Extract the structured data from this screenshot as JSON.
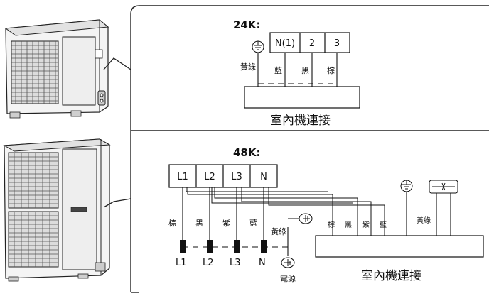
{
  "top_diagram": {
    "heading": "24K:",
    "terminals": [
      "N(1)",
      "2",
      "3"
    ],
    "wire_labels": [
      "黃綠",
      "藍",
      "黑",
      "棕"
    ],
    "indoor_box_label": "室內機連接"
  },
  "bottom_diagram": {
    "heading": "48K:",
    "terminals": [
      "L1",
      "L2",
      "L3",
      "N"
    ],
    "wire_labels": [
      "棕",
      "黑",
      "紫",
      "藍"
    ],
    "ground_label": "黃綠",
    "supply_labels": [
      "L1",
      "L2",
      "L3",
      "N"
    ],
    "power_label": "電源",
    "indoor_terminal_labels": [
      "棕",
      "黑",
      "紫",
      "藍"
    ],
    "indoor_ground_label": "黃綠",
    "indoor_box_label": "室內機連接"
  },
  "colors": {
    "line": "#111111",
    "panel_stroke": "#222222",
    "unit_body": "#f2f2f2",
    "grille": "#555555"
  },
  "icons": [
    "ground-icon",
    "indoor-fuse-icon",
    "outdoor-unit-24k",
    "outdoor-unit-48k"
  ]
}
